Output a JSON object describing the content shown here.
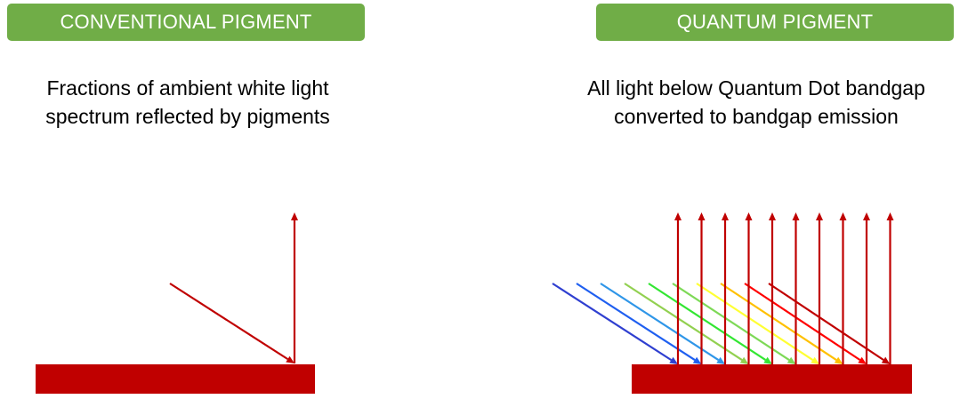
{
  "colors": {
    "header_bg": "#70ad47",
    "header_text": "#ffffff",
    "pigment_surface": "#c00000",
    "emitted_light": "#c00000"
  },
  "left": {
    "header": "CONVENTIONAL PIGMENT",
    "description_lines": [
      "Fractions of ambient white light",
      "spectrum reflected by pigments"
    ],
    "incoming_ray_color": "#c00000",
    "reflected_ray_color": "#c00000"
  },
  "right": {
    "header": "QUANTUM PIGMENT",
    "description_lines": [
      "All light below Quantum Dot bandgap",
      "converted to bandgap emission"
    ],
    "incoming_ray_colors": [
      "#2f3fd0",
      "#1f5ff0",
      "#2f96e8",
      "#92d050",
      "#33e633",
      "#7ed957",
      "#ffff33",
      "#ffc000",
      "#ff0000",
      "#c00000"
    ],
    "emitted_ray_count": 10
  }
}
